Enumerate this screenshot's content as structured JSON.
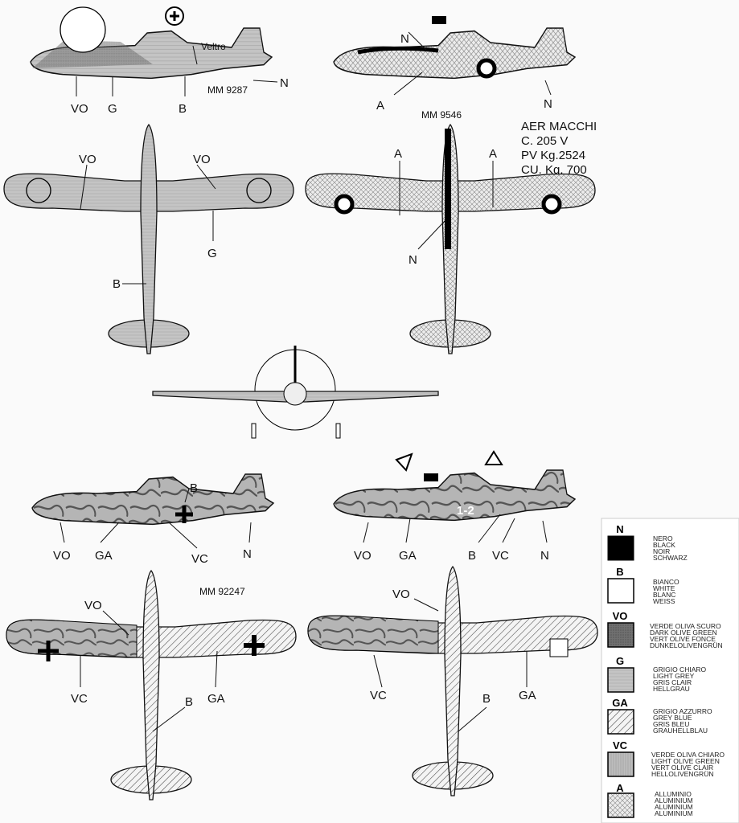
{
  "title_block": {
    "lines": [
      "AER MACCHI",
      "C. 205 V",
      "PV Kg.2524",
      "CU. Kg. 700"
    ]
  },
  "profiles": {
    "p1": {
      "labels": [
        "VO",
        "G",
        "B",
        "N"
      ],
      "name": "Veltro",
      "serial": "MM 9287"
    },
    "p2": {
      "labels": [
        "N",
        "N",
        "A"
      ],
      "serial": "MM 9546"
    },
    "p3": {
      "labels": [
        "VO",
        "VO",
        "G",
        "B"
      ]
    },
    "p4": {
      "labels": [
        "A",
        "A",
        "N"
      ]
    },
    "p5": {
      "labels": [
        "B",
        "VO",
        "GA",
        "VC",
        "N"
      ],
      "serial": "MM 92247"
    },
    "p6": {
      "labels": [
        "VO",
        "GA",
        "B",
        "VC",
        "N"
      ],
      "code": "1-2"
    },
    "p7": {
      "labels": [
        "VO",
        "VC",
        "B",
        "GA"
      ]
    },
    "p8": {
      "labels": [
        "VO",
        "VC",
        "B",
        "GA"
      ]
    }
  },
  "legend": [
    {
      "code": "N",
      "names": [
        "NERO",
        "BLACK",
        "NOIR",
        "SCHWARZ"
      ],
      "color": "#000000"
    },
    {
      "code": "B",
      "names": [
        "BIANCO",
        "WHITE",
        "BLANC",
        "WEISS"
      ],
      "color": "#ffffff"
    },
    {
      "code": "VO",
      "names": [
        "VERDE OLIVA SCURO",
        "DARK OLIVE GREEN",
        "VERT OLIVE FONCE",
        "DUNKELOLIVENGRÜN"
      ],
      "color": "#6a6a6a"
    },
    {
      "code": "G",
      "names": [
        "GRIGIO CHIARO",
        "LIGHT GREY",
        "GRIS CLAIR",
        "HELLGRAU"
      ],
      "color": "#b8b8b8"
    },
    {
      "code": "GA",
      "names": [
        "GRIGIO AZZURRO",
        "GREY BLUE",
        "GRIS BLEU",
        "GRAUHELLBLAU"
      ],
      "color": "hatch"
    },
    {
      "code": "VC",
      "names": [
        "VERDE OLIVA CHIARO",
        "LIGHT OLIVE GREEN",
        "VERT OLIVE CLAIR",
        "HELLOLIVENGRÜN"
      ],
      "color": "#a8a8a8"
    },
    {
      "code": "A",
      "names": [
        "ALLUMINIO",
        "ALUMINIUM",
        "ALUMINIUM",
        "ALUMINIUM"
      ],
      "color": "crosshatch"
    }
  ]
}
